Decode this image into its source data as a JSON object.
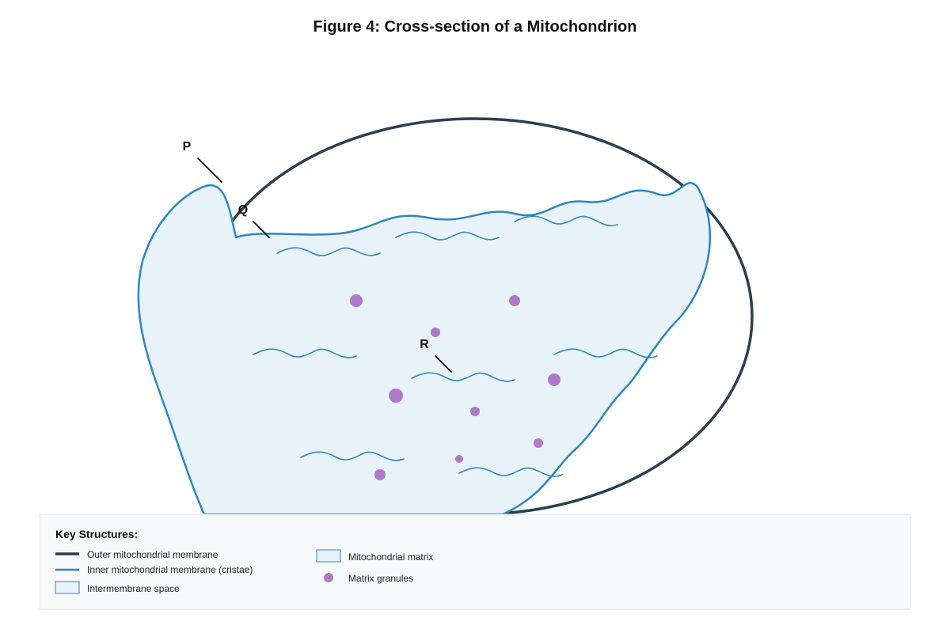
{
  "title": "Figure 4: Cross-section of a Mitochondrion",
  "labels": {
    "p": "P",
    "q": "Q",
    "r": "R"
  },
  "legend": {
    "title": "Key Structures:",
    "outer_membrane": "Outer mitochondrial membrane",
    "inner_membrane": "Inner mitochondrial membrane (cristae)",
    "intermembrane_space": "Intermembrane space",
    "matrix": "Mitochondrial matrix",
    "granules": "Matrix granules"
  },
  "colors": {
    "outer_membrane": "#2c3e50",
    "inner_membrane": "#2e86c1",
    "matrix_fill": "#e8f3f9",
    "granule": "#af7ac5",
    "legend_bg": "#f7f9fa",
    "legend_border": "#e1e5e8"
  }
}
